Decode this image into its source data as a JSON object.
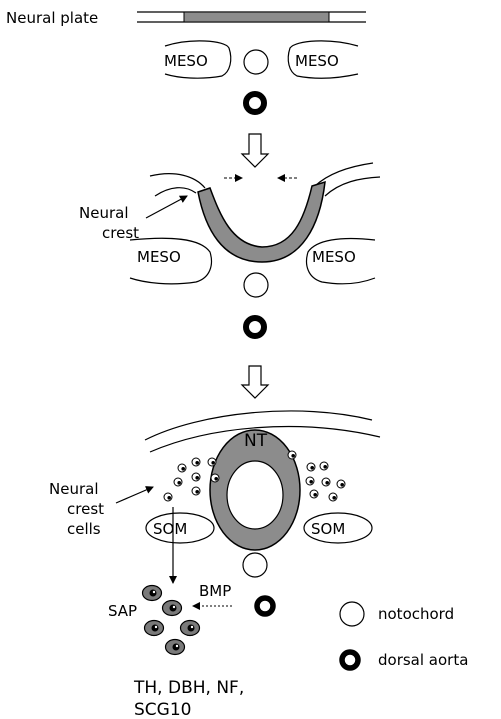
{
  "stage1": {
    "neural_plate_label": "Neural plate",
    "meso_left": "MESO",
    "meso_right": "MESO"
  },
  "stage2": {
    "neural_crest_line1": "Neural",
    "neural_crest_line2": "crest",
    "meso_left": "MESO",
    "meso_right": "MESO"
  },
  "stage3": {
    "nt_label": "NT",
    "ncc_line1": "Neural",
    "ncc_line2": "crest",
    "ncc_line3": "cells",
    "som_left": "SOM",
    "som_right": "SOM",
    "bmp_label": "BMP",
    "sap_label": "SAP",
    "markers_line1": "TH, DBH, NF,",
    "markers_line2": "SCG10"
  },
  "legend": {
    "notochord": "notochord",
    "dorsal_aorta": "dorsal aorta"
  },
  "colors": {
    "neural_tissue": "#8c8c8c",
    "sap_cell": "#7a7a7a",
    "outline": "#000000"
  }
}
